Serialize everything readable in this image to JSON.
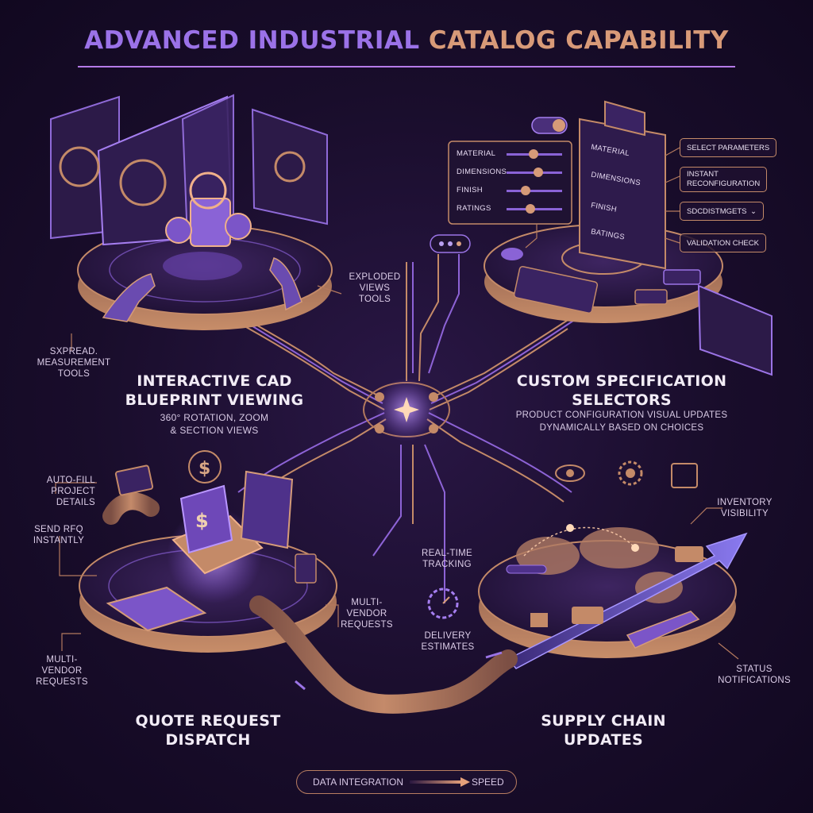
{
  "title": {
    "part1": "Advanced Industrial ",
    "part2": "Catalog Capability"
  },
  "sections": {
    "cad": {
      "heading_line1": "Interactive CAD",
      "heading_line2": "Blueprint Viewing",
      "sub_line1": "360° Rotation, Zoom",
      "sub_line2": "& Section Views",
      "label_left_1": "Sxpread.",
      "label_left_2": "Measurement",
      "label_left_3": "Tools",
      "label_center_1": "Exploded",
      "label_center_2": "Views",
      "label_center_3": "Tools"
    },
    "spec": {
      "heading_line1": "Custom Specification",
      "heading_line2": "Selectors",
      "sub_line1": "Product Configuration Visual Updates",
      "sub_line2": "Dynamically Based on Choices",
      "sliders": [
        "Material",
        "Dimensions",
        "Finish",
        "Ratings"
      ],
      "panel": [
        "Material",
        "Dimensions",
        "Finish",
        "Batings"
      ],
      "callouts": [
        "Select Parameters",
        "Instant",
        "Reconfiguration",
        "SDCDISTMGETS",
        "Validation Check"
      ]
    },
    "quote": {
      "heading_line1": "Quote Request",
      "heading_line2": "Dispatch",
      "label_autofill_1": "Auto-Fill",
      "label_autofill_2": "Project",
      "label_autofill_3": "Details",
      "label_send_1": "Send RFQ",
      "label_send_2": "Instantly",
      "label_multi_left_1": "Multi-",
      "label_multi_left_2": "Vendor",
      "label_multi_left_3": "Requests",
      "label_multi_mid_1": "Multi-",
      "label_multi_mid_2": "Vendor",
      "label_multi_mid_3": "Requests"
    },
    "supply": {
      "heading_line1": "Supply Chain",
      "heading_line2": "Updates",
      "label_realtime_1": "Real-Time",
      "label_realtime_2": "Tracking",
      "label_delivery_1": "Delivery",
      "label_delivery_2": "Estimates",
      "label_inventory_1": "Inventory",
      "label_inventory_2": "Visibility",
      "label_status_1": "Status",
      "label_status_2": "Notifications"
    }
  },
  "footer": {
    "left": "Data Integration",
    "right": "Speed"
  },
  "colors": {
    "purple": "#9b72e8",
    "copper": "#c48a68",
    "background": "#150a24"
  }
}
